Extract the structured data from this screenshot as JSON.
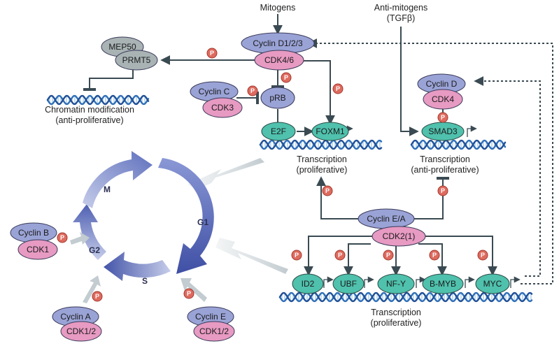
{
  "inputs": {
    "mitogens": "Mitogens",
    "antimitogens_line1": "Anti-mitogens",
    "antimitogens_line2": "(TGFβ)"
  },
  "complexes": {
    "cyclin_d123": "Cyclin D1/2/3",
    "cdk46": "CDK4/6",
    "mep50": "MEP50",
    "prmt5": "PRMT5",
    "cyclin_c": "Cyclin C",
    "cdk3": "CDK3",
    "prb": "pRB",
    "cyclin_d": "Cyclin D",
    "cdk4": "CDK4",
    "cyclin_ea": "Cyclin E/A",
    "cdk2": "CDK2(1)",
    "cyclin_b": "Cyclin B",
    "cdk1": "CDK1",
    "cyclin_a": "Cyclin A",
    "cdk12_a": "CDK1/2",
    "cyclin_e": "Cyclin E",
    "cdk12_e": "CDK1/2"
  },
  "factors": {
    "e2f": "E2F",
    "foxm1": "FOXM1",
    "smad3": "SMAD3",
    "id2": "ID2",
    "ubf": "UBF",
    "nfy": "NF-Y",
    "bmyb": "B-MYB",
    "myc": "MYC"
  },
  "labels": {
    "chromatin_line1": "Chromatin modification",
    "chromatin_line2": "(anti-proliferative)",
    "transcription_prolif_line1": "Transcription",
    "transcription_prolif_line2": "(proliferative)",
    "transcription_anti_line1": "Transcription",
    "transcription_anti_line2": "(anti-proliferative)",
    "transcription_bottom_line1": "Transcription",
    "transcription_bottom_line2": "(proliferative)"
  },
  "phases": {
    "m": "M",
    "g1": "G1",
    "s": "S",
    "g2": "G2"
  },
  "phospho": "P",
  "colors": {
    "cyclin": "#9aa3d6",
    "cdk": "#e79ac2",
    "factor": "#4fc1ad",
    "grey": "#a9b3b4",
    "phospho": "#de6b5f",
    "arrow": "#3a4a52",
    "cycle": "#5d6eb8",
    "dna_blue": "#2f6fb8"
  }
}
